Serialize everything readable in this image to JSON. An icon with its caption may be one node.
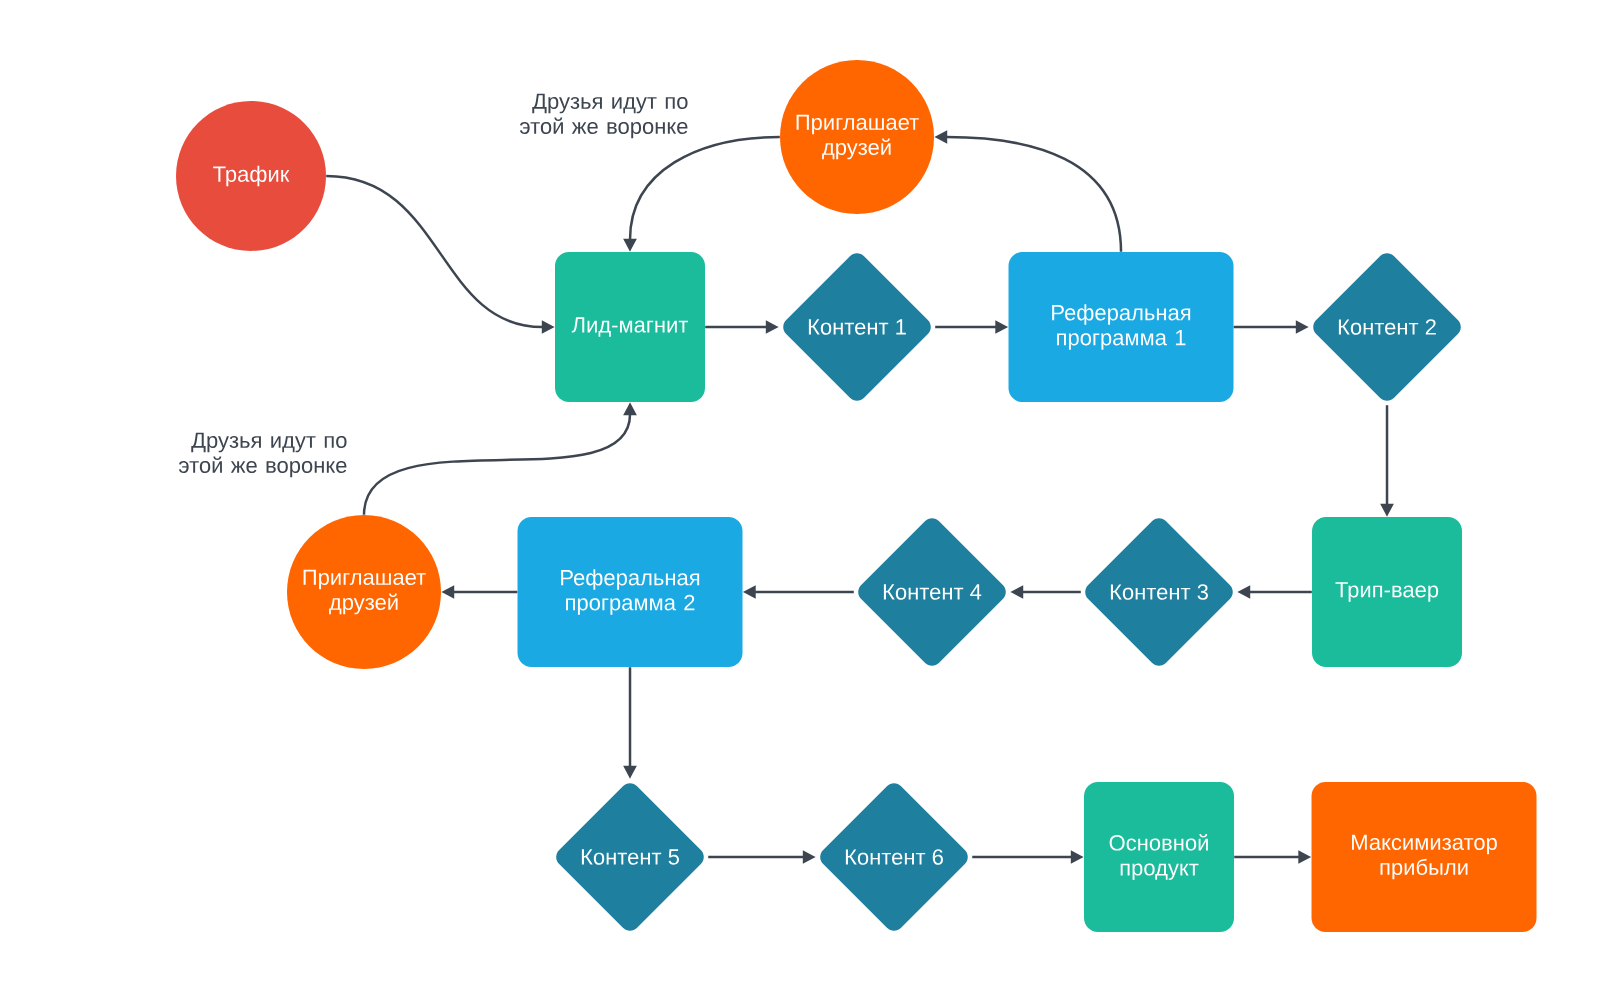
{
  "diagram": {
    "nodes": [
      {
        "text": [
          "Трафик"
        ]
      },
      {
        "text": [
          "Приглашает друзей"
        ]
      },
      {
        "text": [
          "Лид-магнит"
        ]
      },
      {
        "text": [
          "Контент 1"
        ]
      },
      {
        "text": [
          "Реферальная программа 1"
        ]
      },
      {
        "text": [
          "Контент 2"
        ]
      },
      {
        "text": [
          "Приглашает друзей"
        ]
      },
      {
        "text": [
          "Реферальная программа 2"
        ]
      },
      {
        "text": [
          "Контент 4"
        ]
      },
      {
        "text": [
          "Контент 3"
        ]
      },
      {
        "text": [
          "Трип-ваер"
        ]
      },
      {
        "text": [
          "Контент 5"
        ]
      },
      {
        "text": [
          "Контент 6"
        ]
      },
      {
        "text": [
          "Основной продукт"
        ]
      },
      {
        "text": [
          "Максимизатор прибыли"
        ]
      }
    ],
    "edges": [
      {
        "from": 0,
        "to": 2,
        "arrow": "to"
      },
      {
        "from": 2,
        "to": 3,
        "arrow": "to"
      },
      {
        "from": 3,
        "to": 4,
        "arrow": "to"
      },
      {
        "from": 4,
        "to": 1,
        "arrow": "to"
      },
      {
        "from": 1,
        "to": 2,
        "arrow": "to"
      },
      {
        "from": 4,
        "to": 5,
        "arrow": "to"
      },
      {
        "from": 5,
        "to": 10,
        "arrow": "to"
      },
      {
        "from": 10,
        "to": 9,
        "arrow": "to"
      },
      {
        "from": 9,
        "to": 8,
        "arrow": "to"
      },
      {
        "from": 8,
        "to": 7,
        "arrow": "to"
      },
      {
        "from": 7,
        "to": 6,
        "arrow": "to"
      },
      {
        "from": 6,
        "to": 2,
        "arrow": "to"
      },
      {
        "from": 7,
        "to": 11,
        "arrow": "to"
      },
      {
        "from": 11,
        "to": 12,
        "arrow": "to"
      },
      {
        "from": 12,
        "to": 13,
        "arrow": "to"
      },
      {
        "from": 13,
        "to": 14,
        "arrow": "to"
      }
    ],
    "labels": [
      "Друзья идут по этой же воронке",
      "Друзья идут по этой же воронке"
    ]
  }
}
